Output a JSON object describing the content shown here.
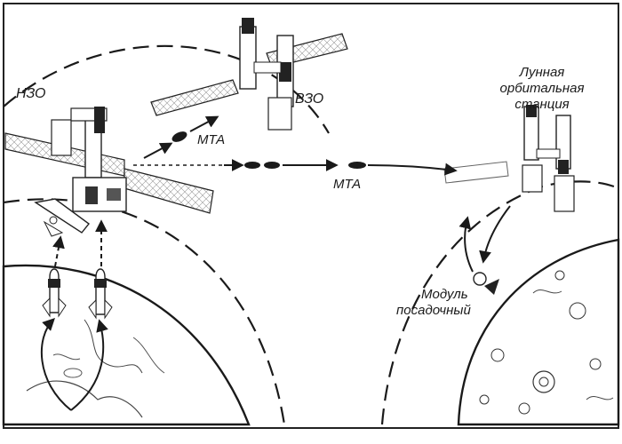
{
  "diagram": {
    "label_leo": "НЗО",
    "label_heo": "ВЗО",
    "label_mta_upper": "МТА",
    "label_mta_lower": "МТА",
    "lunar_station": {
      "line1": "Лунная",
      "line2": "орбитальная",
      "line3": "станция"
    },
    "lander": {
      "line1": "Модуль",
      "line2": "посадочный"
    },
    "icons": [
      "space-station-icon",
      "shuttle-icon",
      "rocket-icon",
      "transfer-vehicle-icon",
      "lander-icon",
      "earth-icon",
      "moon-icon"
    ],
    "colors": {
      "ink": "#1a1a1a",
      "paper": "#ffffff"
    }
  }
}
